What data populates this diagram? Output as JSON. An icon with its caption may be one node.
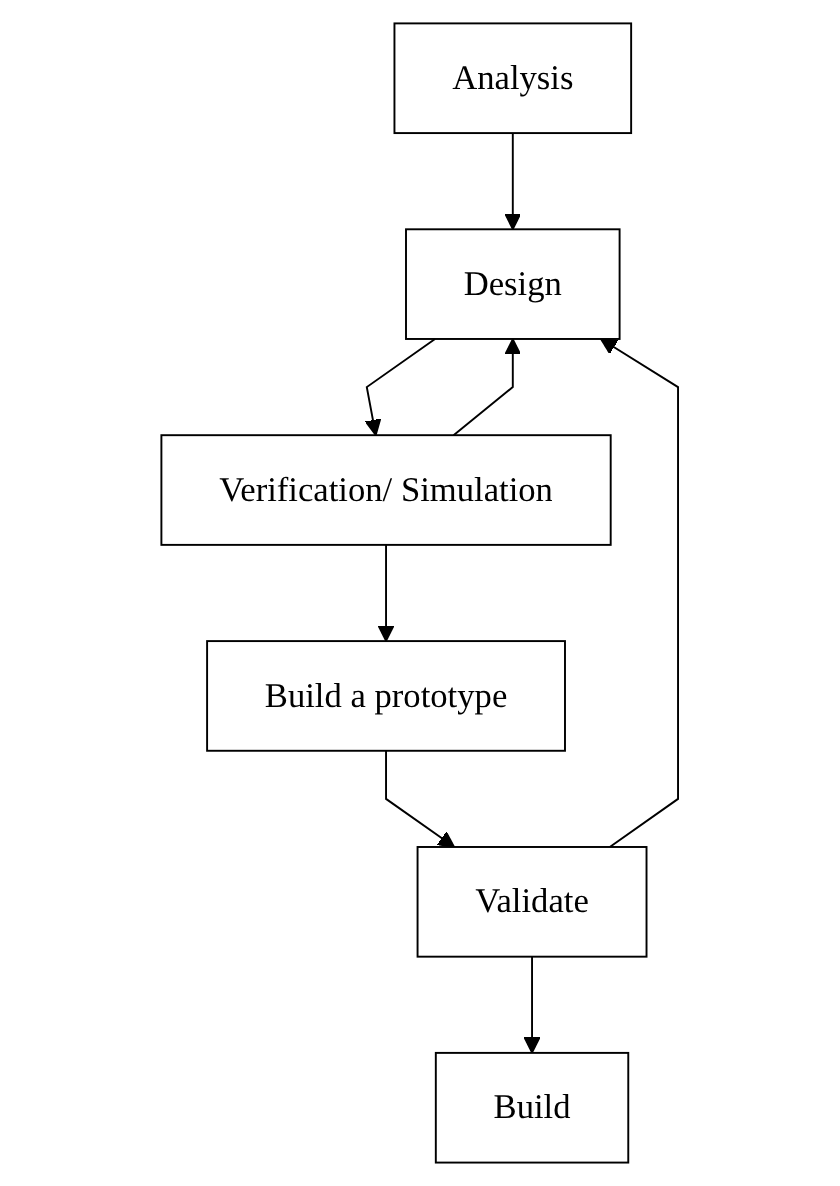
{
  "diagram": {
    "nodes": [
      {
        "text": [
          "Analysis"
        ]
      },
      {
        "text": [
          "Design"
        ]
      },
      {
        "text": [
          "Verification/ Simulation"
        ]
      },
      {
        "text": [
          "Build a prototype"
        ]
      },
      {
        "text": [
          "Validate"
        ]
      },
      {
        "text": [
          "Build"
        ]
      }
    ],
    "edges": [
      {
        "from": 0,
        "to": 1,
        "arrow": "to"
      },
      {
        "from": 1,
        "to": 2,
        "arrow": "to"
      },
      {
        "from": 2,
        "to": 3,
        "arrow": "to"
      },
      {
        "from": 3,
        "to": 4,
        "arrow": "to"
      },
      {
        "from": 4,
        "to": 5,
        "arrow": "to"
      },
      {
        "from": 2,
        "to": 1,
        "arrow": "to"
      },
      {
        "from": 4,
        "to": 1,
        "arrow": "to"
      }
    ]
  }
}
